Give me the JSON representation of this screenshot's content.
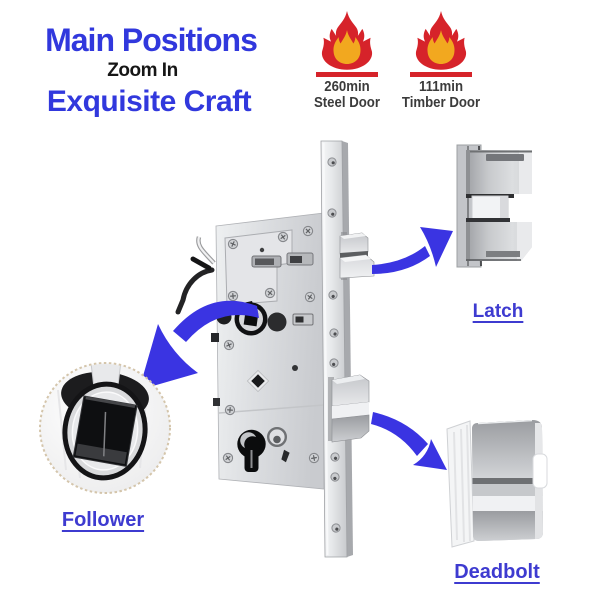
{
  "header": {
    "title": "Main Positions",
    "subtitle": "Zoom In",
    "tagline": "Exquisite Craft"
  },
  "fire_ratings": [
    {
      "minutes": "260min",
      "door_type": "Steel Door"
    },
    {
      "minutes": "111min",
      "door_type": "Timber Door"
    }
  ],
  "part_labels": {
    "latch": "Latch",
    "follower": "Follower",
    "deadbolt": "Deadbolt"
  },
  "colors": {
    "heading_blue": "#3138dd",
    "label_blue": "#3e3bd0",
    "arrow_blue": "#3a34e2",
    "flame_red": "#d6232a",
    "flame_gold": "#f2a81f",
    "rating_text": "#3b3b3b",
    "background": "#ffffff"
  }
}
